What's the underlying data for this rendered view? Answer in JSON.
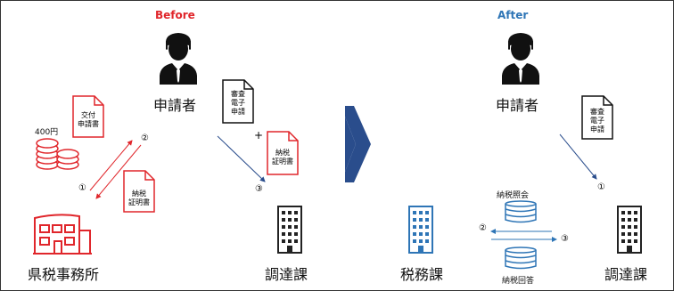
{
  "colors": {
    "red": "#e0262b",
    "blue": "#2f5597",
    "arrow": "#2a4d8c",
    "before_title": "#e0262b",
    "after_title": "#2e75b6"
  },
  "before": {
    "title": "Before",
    "applicant": "申請者",
    "prefecture_office": "県税事務所",
    "procurement": "調達課",
    "fee": "400円",
    "request_form": "交付\n申請書",
    "tax_cert_small": "納税\n証明書",
    "tax_cert_attach": "納税\n証明書",
    "e_application": "審査\n電子\n申請",
    "plus": "+",
    "step1": "①",
    "step2": "②",
    "step3": "③"
  },
  "after": {
    "title": "After",
    "applicant": "申請者",
    "tax_section": "税務課",
    "procurement": "調達課",
    "e_application": "審査\n電子\n申請",
    "tax_inquiry": "納税照会",
    "tax_answer": "納税回答",
    "step1": "①",
    "step2": "②",
    "step3": "③"
  },
  "icons": {
    "person": "businessman-icon",
    "building": "office-building-icon",
    "office": "government-office-icon",
    "coins": "coins-icon",
    "database": "database-icon",
    "arrow": "process-arrow-icon"
  }
}
